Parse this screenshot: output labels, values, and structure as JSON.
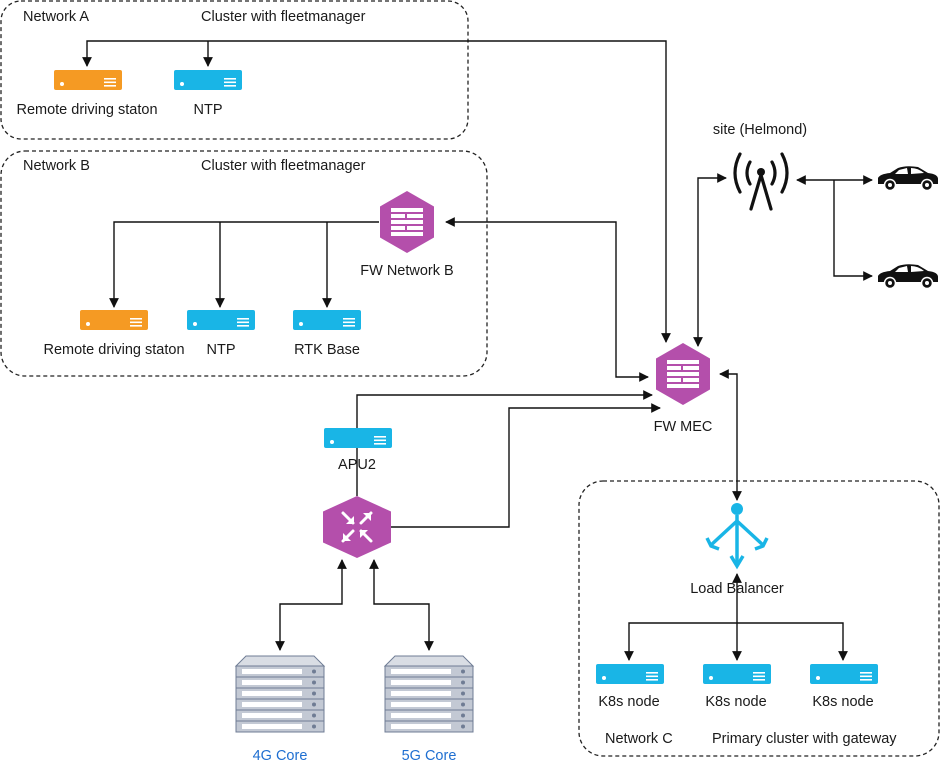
{
  "networks": {
    "a": {
      "name": "Network A",
      "cluster": "Cluster with fleetmanager",
      "nodes": {
        "remote": "Remote driving staton",
        "ntp": "NTP"
      }
    },
    "b": {
      "name": "Network B",
      "cluster": "Cluster with fleetmanager",
      "firewall": "FW Network B",
      "nodes": {
        "remote": "Remote driving staton",
        "ntp": "NTP",
        "rtk": "RTK Base"
      }
    },
    "c": {
      "name": "Network C",
      "cluster": "Primary cluster with gateway",
      "load_balancer": "Load Balancer",
      "nodes": [
        "K8s node",
        "K8s node",
        "K8s node"
      ]
    }
  },
  "mec": {
    "firewall": "FW MEC",
    "apu": "APU2"
  },
  "site": {
    "label": "site (Helmond)"
  },
  "cores": {
    "core4g": "4G Core",
    "core5g": "5G Core"
  },
  "colors": {
    "orange": "#f59a23",
    "cyan": "#19b5e6",
    "purple": "#b44fab",
    "core_text": "#1f6fd1"
  }
}
